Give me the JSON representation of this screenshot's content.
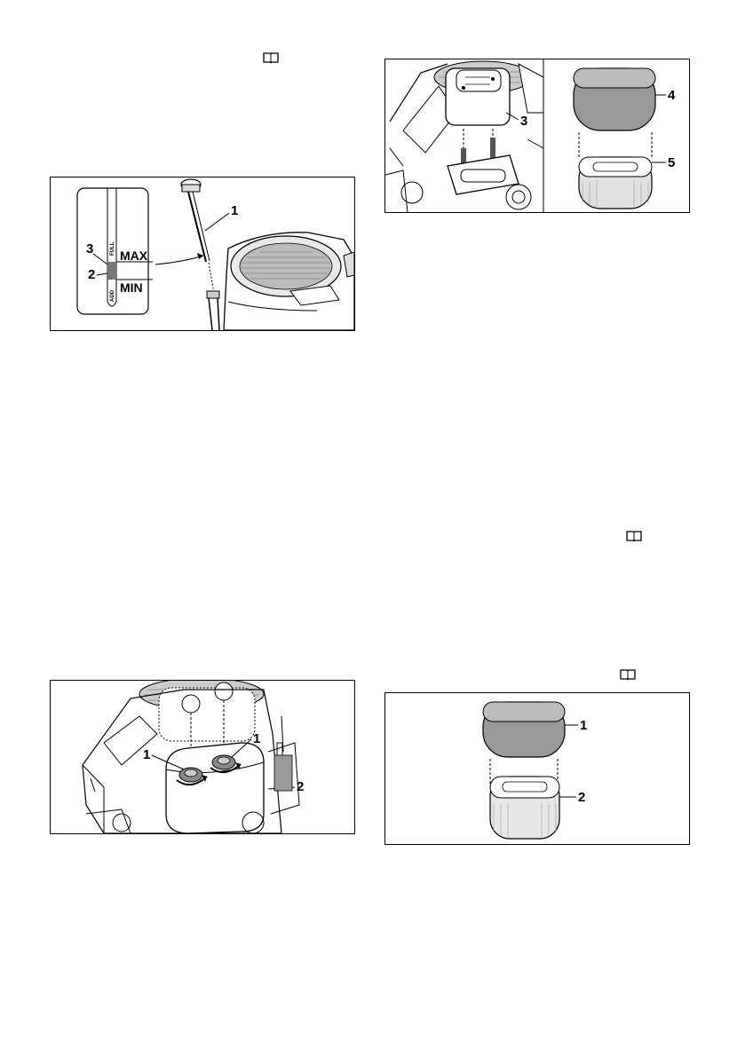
{
  "figures": {
    "oil_dipstick": {
      "callouts": [
        "1",
        "2",
        "3"
      ],
      "gauge": {
        "max_label": "MAX",
        "min_label": "MIN",
        "full_label": "FULL",
        "add_label": "ADD"
      }
    },
    "air_filter_engine": {
      "callouts": [
        "3",
        "4",
        "5"
      ]
    },
    "filter_cover_knobs": {
      "callouts": [
        "1",
        "1",
        "2"
      ]
    },
    "air_filter_elements": {
      "callouts": [
        "1",
        "2"
      ]
    }
  },
  "icons": [
    "book-icon",
    "book-icon",
    "book-icon"
  ]
}
